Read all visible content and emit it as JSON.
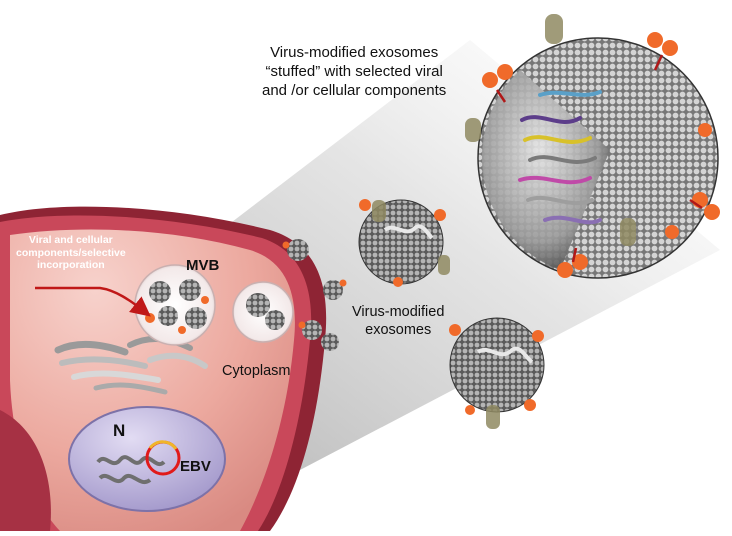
{
  "labels": {
    "exosome_detail_line1": "Virus-modified  exosomes",
    "exosome_detail_line2": "“stuffed” with selected viral",
    "exosome_detail_line3": "and /or cellular components",
    "virus_modified_line1": "Virus-modified",
    "virus_modified_line2": "exosomes",
    "cytoplasm": "Cytoplasm",
    "mvb": "MVB",
    "viral_components_line1": "Viral and cellular",
    "viral_components_line2": "components/selective",
    "viral_components_line3": "incorporation",
    "nucleus": "N",
    "ebv": "EBV"
  },
  "colors": {
    "cell_body": "#c9485a",
    "cell_dark": "#8e2434",
    "cytoplasm_pink": "#f1b8b3",
    "nucleus": "#b7addb",
    "beam": "#d9d9d9",
    "receptor_orange": "#f06a2a",
    "arrow_red": "#c01818",
    "ebv_ring": "#e11a1a"
  }
}
